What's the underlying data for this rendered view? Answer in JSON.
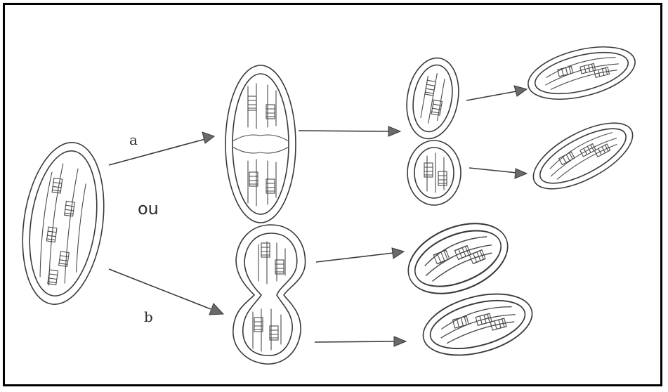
{
  "labels": {
    "path_a": "a",
    "path_b": "b",
    "alternative": "ou"
  },
  "colors": {
    "ink": "#3a3a3a",
    "border": "#000000",
    "background": "#ffffff"
  }
}
